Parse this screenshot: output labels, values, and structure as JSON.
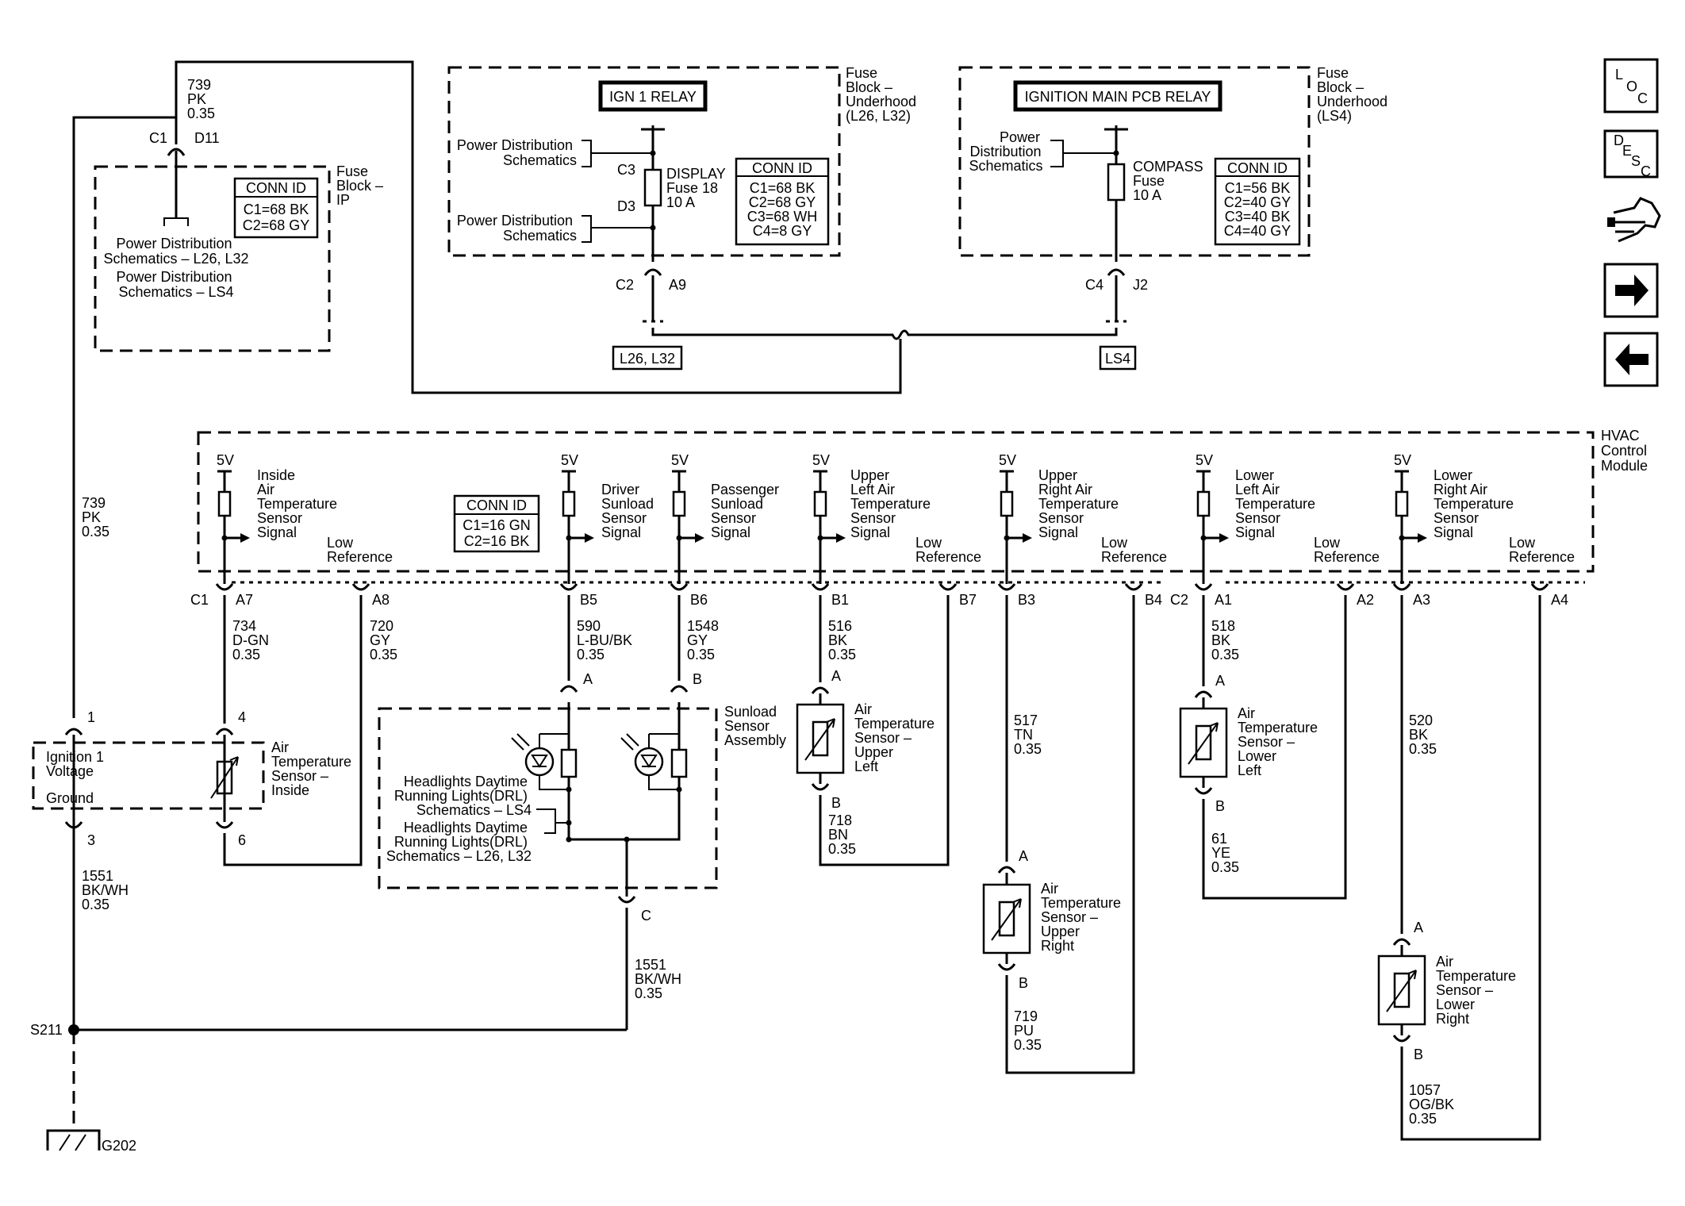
{
  "fuse_block_ip": {
    "title": [
      "Fuse",
      "Block –",
      "IP"
    ],
    "conn_id": {
      "header": "CONN ID",
      "rows": [
        "C1=68 BK",
        "C2=68 GY"
      ]
    },
    "pd_l26": [
      "Power Distribution",
      "Schematics  – L26, L32"
    ],
    "pd_ls4": [
      "Power Distribution",
      "Schematics  – LS4"
    ],
    "c1": "C1",
    "d11": "D11",
    "wire": [
      "739",
      "PK",
      "0.35"
    ]
  },
  "fuse_block_uh1": {
    "title": [
      "Fuse",
      "Block –",
      "Underhood",
      "(L26, L32)"
    ],
    "relay": "IGN 1 RELAY",
    "pd1": [
      "Power Distribution",
      "Schematics"
    ],
    "pd2": [
      "Power Distribution",
      "Schematics"
    ],
    "c3": "C3",
    "d3": "D3",
    "fuse": [
      "DISPLAY",
      "Fuse 18",
      "10 A"
    ],
    "conn_id": {
      "header": "CONN ID",
      "rows": [
        "C1=68 BK",
        "C2=68 GY",
        "C3=68 WH",
        "C4=8 GY"
      ]
    },
    "c2": "C2",
    "a9": "A9",
    "option": "L26, L32"
  },
  "fuse_block_uh2": {
    "title": [
      "Fuse",
      "Block –",
      "Underhood",
      "(LS4)"
    ],
    "relay": "IGNITION MAIN PCB RELAY",
    "pd": [
      "Power",
      "Distribution",
      "Schematics"
    ],
    "fuse": [
      "COMPASS",
      "Fuse",
      "10 A"
    ],
    "conn_id": {
      "header": "CONN ID",
      "rows": [
        "C1=56 BK",
        "C2=40 GY",
        "C3=40 BK",
        "C4=40 GY"
      ]
    },
    "c4": "C4",
    "j2": "J2",
    "option": "LS4"
  },
  "hvac": {
    "title": [
      "HVAC",
      "Control",
      "Module"
    ],
    "conn_id": {
      "header": "CONN ID",
      "rows": [
        "C1=16 GN",
        "C2=16 BK"
      ]
    },
    "v5": "5V",
    "low_ref": [
      "Low",
      "Reference"
    ],
    "c1": "C1",
    "c2": "C2",
    "signals": [
      {
        "label": [
          "Inside",
          "Air",
          "Temperature",
          "Sensor",
          "Signal"
        ]
      },
      {
        "label": [
          "Driver",
          "Sunload",
          "Sensor",
          "Signal"
        ]
      },
      {
        "label": [
          "Passenger",
          "Sunload",
          "Sensor",
          "Signal"
        ]
      },
      {
        "label": [
          "Upper",
          "Left Air",
          "Temperature",
          "Sensor",
          "Signal"
        ]
      },
      {
        "label": [
          "Upper",
          "Right Air",
          "Temperature",
          "Sensor",
          "Signal"
        ]
      },
      {
        "label": [
          "Lower",
          "Left Air",
          "Temperature",
          "Sensor",
          "Signal"
        ]
      },
      {
        "label": [
          "Lower",
          "Right Air",
          "Temperature",
          "Sensor",
          "Signal"
        ]
      }
    ],
    "pins": [
      "A7",
      "A8",
      "B5",
      "B6",
      "B1",
      "B7",
      "B3",
      "B4",
      "A1",
      "A2",
      "A3",
      "A4"
    ]
  },
  "wires": {
    "w739": [
      "739",
      "PK",
      "0.35"
    ],
    "w734": [
      "734",
      "D-GN",
      "0.35"
    ],
    "w720": [
      "720",
      "GY",
      "0.35"
    ],
    "w590": [
      "590",
      "L-BU/BK",
      "0.35"
    ],
    "w1548": [
      "1548",
      "GY",
      "0.35"
    ],
    "w516": [
      "516",
      "BK",
      "0.35"
    ],
    "w718": [
      "718",
      "BN",
      "0.35"
    ],
    "w517": [
      "517",
      "TN",
      "0.35"
    ],
    "w719": [
      "719",
      "PU",
      "0.35"
    ],
    "w518": [
      "518",
      "BK",
      "0.35"
    ],
    "w61": [
      "61",
      "YE",
      "0.35"
    ],
    "w520": [
      "520",
      "BK",
      "0.35"
    ],
    "w1057": [
      "1057",
      "OG/BK",
      "0.35"
    ],
    "w1551a": [
      "1551",
      "BK/WH",
      "0.35"
    ],
    "w1551b": [
      "1551",
      "BK/WH",
      "0.35"
    ]
  },
  "inside_sensor": {
    "pins": [
      "1",
      "4",
      "3",
      "6"
    ],
    "ign": [
      "Ignition 1",
      "Voltage"
    ],
    "ground": "Ground",
    "label": [
      "Air",
      "Temperature",
      "Sensor –",
      "Inside"
    ]
  },
  "sunload": {
    "title": [
      "Sunload",
      "Sensor",
      "Assembly"
    ],
    "pins": [
      "A",
      "B",
      "C"
    ],
    "drl_ls4": [
      "Headlights Daytime",
      "Running Lights(DRL)",
      "Schematics – LS4"
    ],
    "drl_l26": [
      "Headlights Daytime",
      "Running Lights(DRL)",
      "Schematics – L26, L32"
    ]
  },
  "sensor_ul": {
    "label": [
      "Air",
      "Temperature",
      "Sensor –",
      "Upper",
      "Left"
    ],
    "a": "A",
    "b": "B"
  },
  "sensor_ur": {
    "label": [
      "Air",
      "Temperature",
      "Sensor –",
      "Upper",
      "Right"
    ],
    "a": "A",
    "b": "B"
  },
  "sensor_ll": {
    "label": [
      "Air",
      "Temperature",
      "Sensor –",
      "Lower",
      "Left"
    ],
    "a": "A",
    "b": "B"
  },
  "sensor_lr": {
    "label": [
      "Air",
      "Temperature",
      "Sensor –",
      "Lower",
      "Right"
    ],
    "a": "A",
    "b": "B"
  },
  "ground": {
    "splice": "S211",
    "ground": "G202"
  },
  "nav": {
    "loc": [
      "L",
      "O",
      "C"
    ],
    "desc": [
      "D",
      "E",
      "S",
      "C"
    ],
    "icons": [
      "harness-icon",
      "arrow-right-icon",
      "arrow-left-icon"
    ]
  }
}
